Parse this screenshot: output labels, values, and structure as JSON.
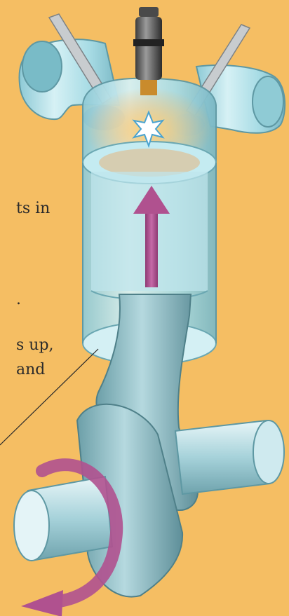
{
  "caption": {
    "line1": "ts in",
    "line2": "",
    "line3": ".",
    "line4": "s up,",
    "line5": " and"
  },
  "colors": {
    "background": "#F5BE63",
    "cylinder": "#A9DCE6",
    "arrow": "#B0518F",
    "crank": "#6FA4AE"
  }
}
